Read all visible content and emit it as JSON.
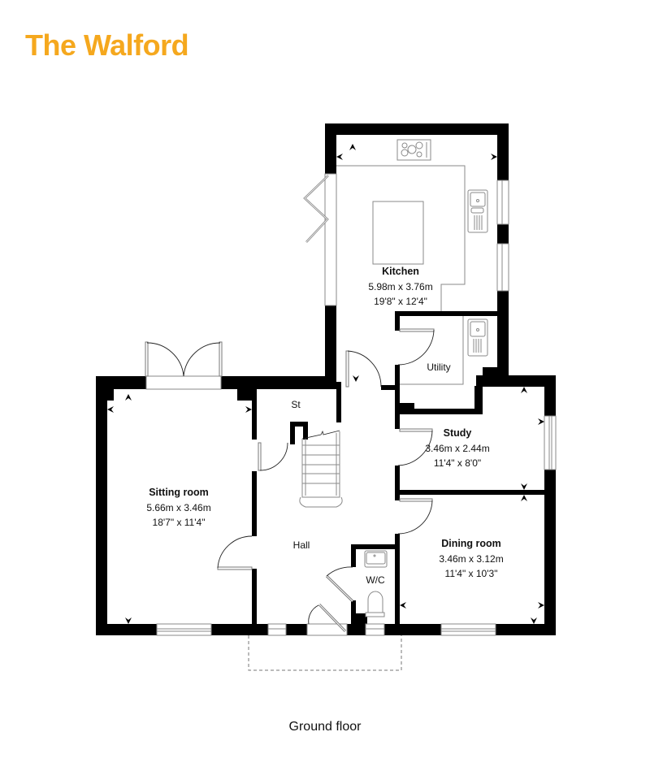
{
  "header": {
    "title": "The Walford"
  },
  "colors": {
    "brand": "#f5a81e",
    "wall": "#000000",
    "fixture": "#8a8a8a"
  },
  "floor": {
    "caption": "Ground floor"
  },
  "rooms": {
    "kitchen": {
      "name": "Kitchen",
      "metric": "5.98m x 3.76m",
      "imperial": "19'8\" x 12'4\""
    },
    "utility": {
      "name": "Utility"
    },
    "st": {
      "name": "St"
    },
    "study": {
      "name": "Study",
      "metric": "3.46m x 2.44m",
      "imperial": "11'4\" x 8'0\""
    },
    "sitting": {
      "name": "Sitting room",
      "metric": "5.66m x 3.46m",
      "imperial": "18'7\" x 11'4\""
    },
    "hall": {
      "name": "Hall"
    },
    "wc": {
      "name": "W/C"
    },
    "dining": {
      "name": "Dining room",
      "metric": "3.46m x 3.12m",
      "imperial": "11'4\" x 10'3\""
    }
  },
  "icons": {
    "hob": "hob-icon",
    "kitchen_sink": "sink-icon",
    "utility_sink": "sink-icon",
    "wc_basin": "basin-icon",
    "toilet": "toilet-icon",
    "staircase": "staircase-icon",
    "island": "kitchen-island",
    "measure_arrows": "measurement-arrow-icon"
  }
}
